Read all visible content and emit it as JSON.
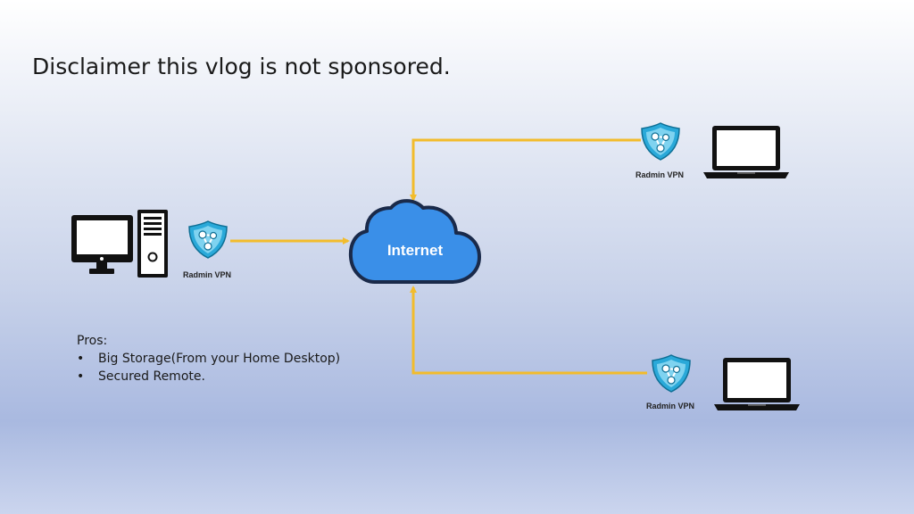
{
  "title": "Disclaimer this vlog is not sponsored.",
  "cloud_label": "Internet",
  "vpn_label": "Radmin VPN",
  "pros": {
    "heading": "Pros:",
    "items": [
      "Big Storage(From your Home Desktop)",
      "Secured Remote."
    ]
  },
  "colors": {
    "connector": "#f2bc2c",
    "cloud_fill": "#3a8fe8",
    "cloud_outline": "#1a2a4a",
    "vpn_shield": "#2aa9d9",
    "device": "#111111"
  },
  "icons": [
    "desktop-monitor-icon",
    "pc-tower-icon",
    "radmin-vpn-shield-icon",
    "laptop-icon",
    "cloud-icon"
  ]
}
